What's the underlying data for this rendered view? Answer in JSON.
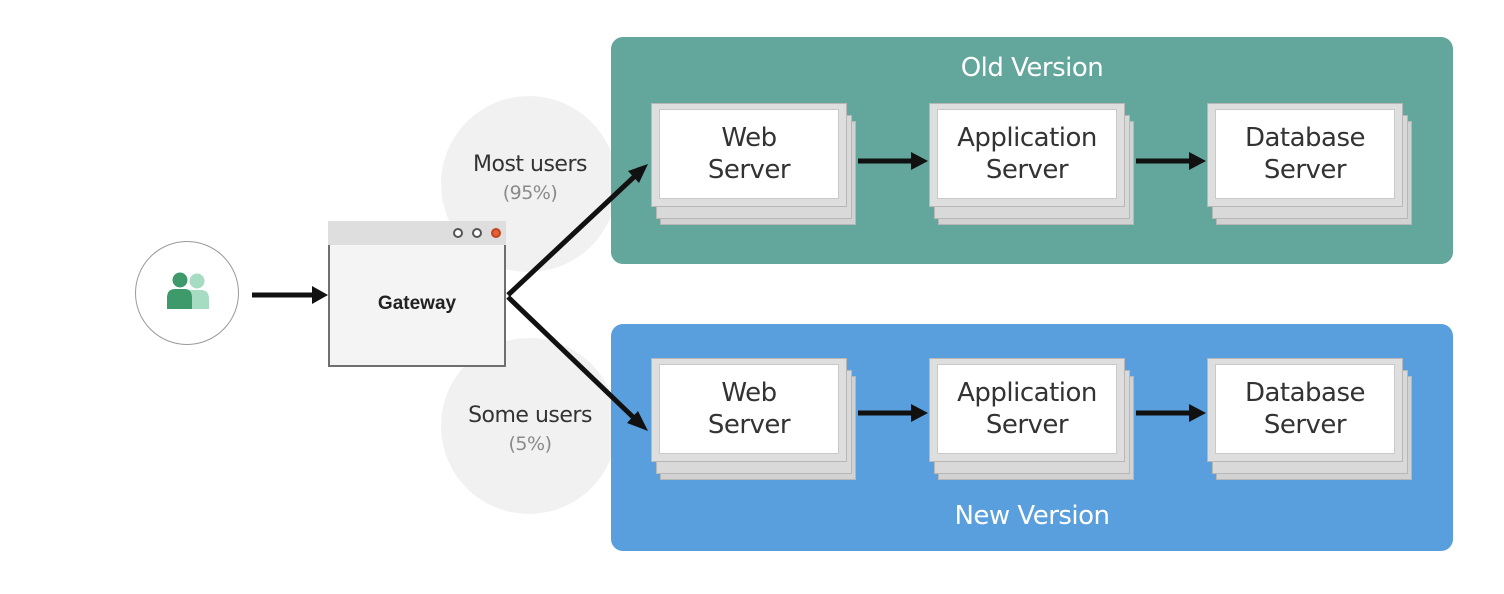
{
  "gateway": {
    "label": "Gateway"
  },
  "routes": {
    "most": {
      "label": "Most users",
      "percent": "(95%)"
    },
    "some": {
      "label": "Some users",
      "percent": "(5%)"
    }
  },
  "old_version": {
    "title": "Old Version",
    "servers": [
      {
        "line1": "Web",
        "line2": "Server"
      },
      {
        "line1": "Application",
        "line2": "Server"
      },
      {
        "line1": "Database",
        "line2": "Server"
      }
    ]
  },
  "new_version": {
    "title": "New Version",
    "servers": [
      {
        "line1": "Web",
        "line2": "Server"
      },
      {
        "line1": "Application",
        "line2": "Server"
      },
      {
        "line1": "Database",
        "line2": "Server"
      }
    ]
  },
  "colors": {
    "old_panel": "#63a69c",
    "new_panel": "#5a9fdd",
    "users_icon_dark": "#3e9a6a",
    "users_icon_light": "#a6dcc1",
    "arrow": "#111111"
  },
  "icons": {
    "users": "users-icon"
  }
}
